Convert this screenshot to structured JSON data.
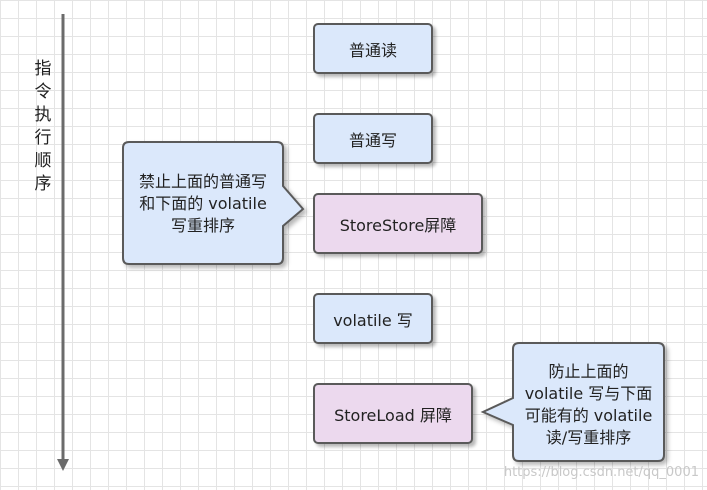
{
  "axis": {
    "label": "指令执行顺序"
  },
  "nodes": {
    "normal_read": "普通读",
    "normal_write": "普通写",
    "storestore": "StoreStore屏障",
    "volatile_write": "volatile 写",
    "storeload": "StoreLoad 屏障"
  },
  "notes": {
    "left": [
      "禁止上面的普通写",
      "和下面的 volatile",
      "写重排序"
    ],
    "right": [
      "防止上面的",
      "volatile 写与下面",
      "可能有的 volatile",
      "读/写重排序"
    ]
  },
  "watermark": "https://blog.csdn.net/qq_0001",
  "colors": {
    "node_blue": "#dbe8fb",
    "node_purple": "#ecd9ee",
    "border": "#5a5a5a",
    "arrow": "#6b6b6b"
  }
}
